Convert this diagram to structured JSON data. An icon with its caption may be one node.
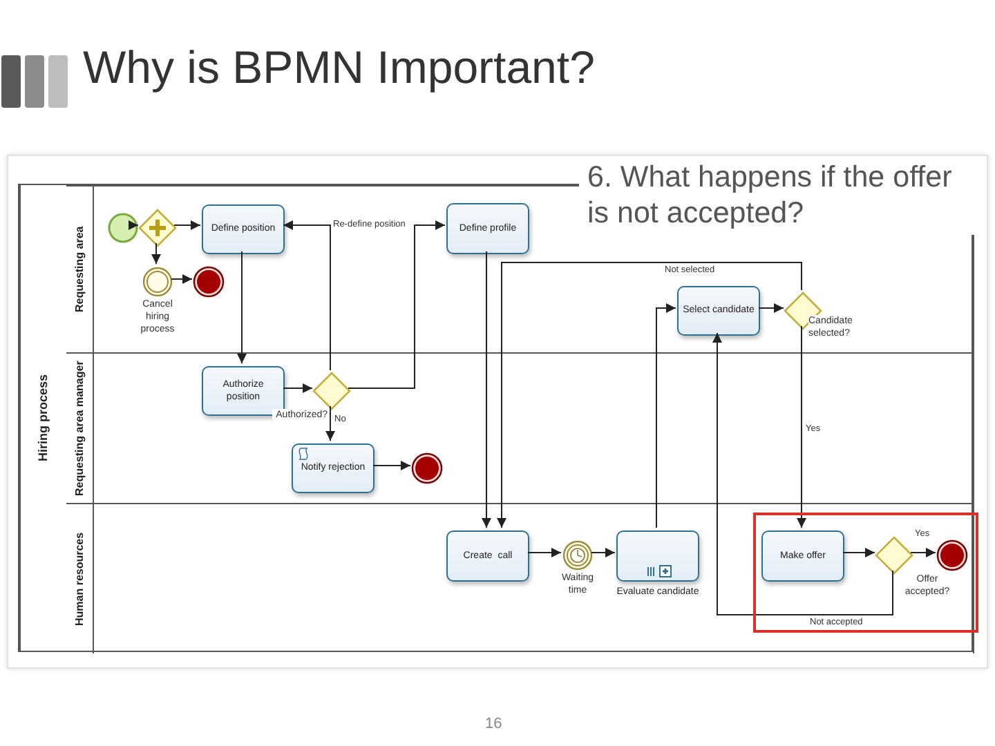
{
  "diagram": {
    "title": "Why is BPMN Important?",
    "nodes": [
      {
        "text": [
          "Hiring process"
        ]
      },
      {
        "text": [
          "Requesting area"
        ],
        "in": 0
      },
      {
        "text": [
          "Requesting area manager"
        ],
        "in": 0
      },
      {
        "text": [
          "Human resources"
        ],
        "in": 0
      },
      {
        "text": [],
        "shape": "circle",
        "in": 1
      },
      {
        "text": [],
        "shape": "diamond",
        "in": 1
      },
      {
        "text": [
          "Define position"
        ],
        "in": 1
      },
      {
        "text": [
          "Cancel hiring process"
        ],
        "in": 1
      },
      {
        "text": [],
        "shape": "circle",
        "in": 1
      },
      {
        "text": [
          "Define profile"
        ],
        "in": 1
      },
      {
        "text": [
          "Select candidate"
        ],
        "in": 1
      },
      {
        "text": [
          "Candidate selected?"
        ],
        "in": 1
      },
      {
        "text": [
          "Authorize position"
        ],
        "in": 2
      },
      {
        "text": [
          "Authorized?"
        ],
        "in": 2
      },
      {
        "text": [
          "Notify rejection"
        ],
        "in": 2
      },
      {
        "text": [],
        "shape": "circle",
        "in": 2
      },
      {
        "text": [
          "Create  call"
        ],
        "in": 3
      },
      {
        "text": [
          "Waiting time"
        ],
        "in": 3
      },
      {
        "text": [
          "Evaluate candidate"
        ],
        "in": 3
      },
      {
        "text": [
          "Make offer"
        ],
        "in": 3
      },
      {
        "text": [
          "Offer accepted?"
        ],
        "in": 3
      },
      {
        "text": [],
        "shape": "circle",
        "in": 3
      }
    ],
    "edges": [
      {
        "from": 4,
        "to": 5,
        "arrow": "to"
      },
      {
        "from": 5,
        "to": 6,
        "arrow": "to"
      },
      {
        "from": 5,
        "to": 7,
        "arrow": "to"
      },
      {
        "from": 7,
        "to": 8,
        "arrow": "to"
      },
      {
        "from": 6,
        "to": 12,
        "arrow": "to"
      },
      {
        "from": 12,
        "to": 13,
        "arrow": "to"
      },
      {
        "from": 13,
        "to": 6,
        "arrow": "to",
        "label": "Re-define position"
      },
      {
        "from": 13,
        "to": 9,
        "arrow": "to"
      },
      {
        "from": 13,
        "to": 14,
        "arrow": "to",
        "label": "No"
      },
      {
        "from": 14,
        "to": 15,
        "arrow": "to"
      },
      {
        "from": 9,
        "to": 16,
        "arrow": "to"
      },
      {
        "from": 11,
        "to": 16,
        "arrow": "to",
        "label": "Not selected"
      },
      {
        "from": 16,
        "to": 17,
        "arrow": "to"
      },
      {
        "from": 17,
        "to": 18,
        "arrow": "to"
      },
      {
        "from": 18,
        "to": 10,
        "arrow": "to"
      },
      {
        "from": 20,
        "to": 10,
        "arrow": "to",
        "label": "Not accepted"
      },
      {
        "from": 10,
        "to": 11,
        "arrow": "to"
      },
      {
        "from": 11,
        "to": 19,
        "arrow": "to",
        "label": "Yes"
      },
      {
        "from": 19,
        "to": 20,
        "arrow": "to"
      },
      {
        "from": 20,
        "to": 21,
        "arrow": "to",
        "label": "Yes"
      }
    ],
    "labels": [
      "6. What happens if the offer is not accepted?",
      "16"
    ]
  }
}
